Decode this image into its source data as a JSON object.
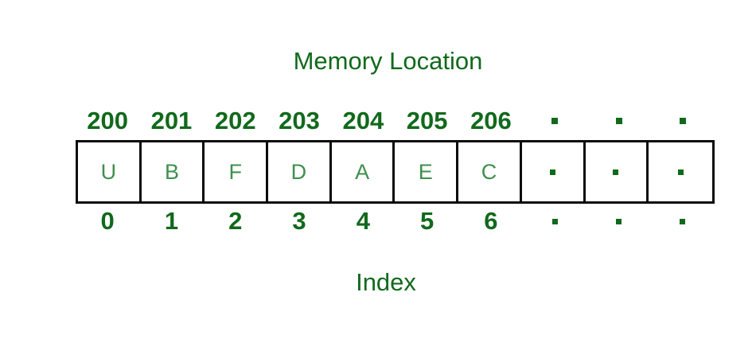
{
  "diagram": {
    "top_label": "Memory Location",
    "bottom_label": "Index",
    "border_color": "#0b0b0b",
    "text_color": "#11691c",
    "cell_text_color": "#3e8f4e",
    "background": "#ffffff"
  },
  "addresses": [
    {
      "label": "200",
      "kind": "text"
    },
    {
      "label": "201",
      "kind": "text"
    },
    {
      "label": "202",
      "kind": "text"
    },
    {
      "label": "203",
      "kind": "text"
    },
    {
      "label": "204",
      "kind": "text"
    },
    {
      "label": "205",
      "kind": "text"
    },
    {
      "label": "206",
      "kind": "text"
    },
    {
      "label": "",
      "kind": "dot"
    },
    {
      "label": "",
      "kind": "dot"
    },
    {
      "label": "",
      "kind": "dot"
    }
  ],
  "cells": [
    {
      "value": "U",
      "kind": "text"
    },
    {
      "value": "B",
      "kind": "text"
    },
    {
      "value": "F",
      "kind": "text"
    },
    {
      "value": "D",
      "kind": "text"
    },
    {
      "value": "A",
      "kind": "text"
    },
    {
      "value": "E",
      "kind": "text"
    },
    {
      "value": "C",
      "kind": "text"
    },
    {
      "value": "",
      "kind": "dot"
    },
    {
      "value": "",
      "kind": "dot"
    },
    {
      "value": "",
      "kind": "dot"
    }
  ],
  "indices": [
    {
      "label": "0",
      "kind": "text"
    },
    {
      "label": "1",
      "kind": "text"
    },
    {
      "label": "2",
      "kind": "text"
    },
    {
      "label": "3",
      "kind": "text"
    },
    {
      "label": "4",
      "kind": "text"
    },
    {
      "label": "5",
      "kind": "text"
    },
    {
      "label": "6",
      "kind": "text"
    },
    {
      "label": "",
      "kind": "dot"
    },
    {
      "label": "",
      "kind": "dot"
    },
    {
      "label": "",
      "kind": "dot"
    }
  ]
}
